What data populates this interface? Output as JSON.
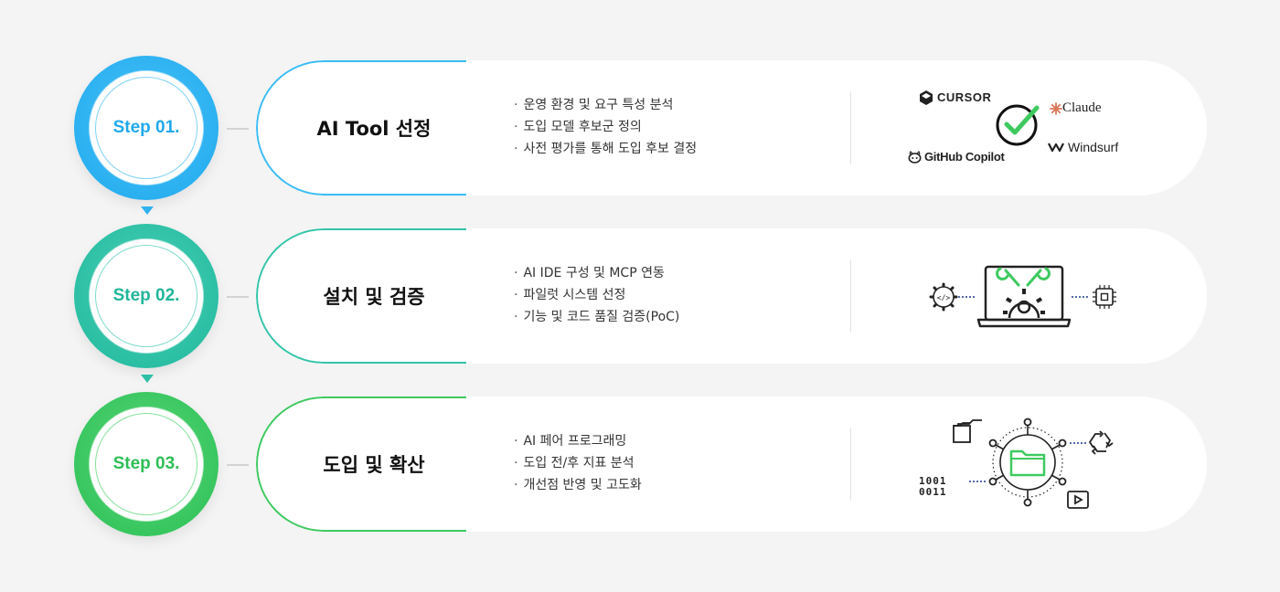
{
  "steps": [
    {
      "label": "Step 01.",
      "title": "AI Tool 선정",
      "bullets": [
        "운영 환경 및 요구 특성 분석",
        "도입 모델 후보군 정의",
        "사전 평가를 통해 도입 후보 결정"
      ],
      "color": "#2bb0f0",
      "logos": {
        "cursor": "CURSOR",
        "claude": "Claude",
        "github": "GitHub Copilot",
        "windsurf": "Windsurf"
      }
    },
    {
      "label": "Step 02.",
      "title": "설치 및 검증",
      "bullets": [
        "AI IDE 구성 및 MCP 연동",
        "파일럿 시스템 선정",
        "기능 및 코드 품질 검증(PoC)"
      ],
      "color": "#2bbfa4"
    },
    {
      "label": "Step 03.",
      "title": "도입 및 확산",
      "bullets": [
        "AI 페어 프로그래밍",
        "도입 전/후 지표 분석",
        "개선점 반영 및 고도화"
      ],
      "color": "#38c65f",
      "binary": [
        "1001",
        "0011"
      ]
    }
  ]
}
